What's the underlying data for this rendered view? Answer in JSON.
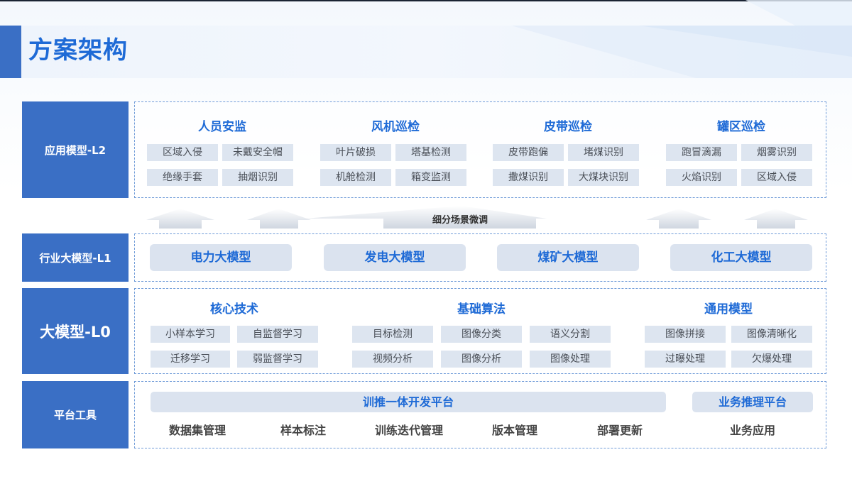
{
  "page": {
    "title": "方案架构"
  },
  "layers": {
    "l2": "应用模型-L2",
    "l1": "行业大模型-L1",
    "l0": "大模型-L0",
    "platform": "平台工具"
  },
  "l2": {
    "groups": [
      {
        "title": "人员安监",
        "items": [
          "区域入侵",
          "未戴安全帽",
          "绝缘手套",
          "抽烟识别"
        ]
      },
      {
        "title": "风机巡检",
        "items": [
          "叶片破损",
          "塔基检测",
          "机舱检测",
          "箱变监测"
        ]
      },
      {
        "title": "皮带巡检",
        "items": [
          "皮带跑偏",
          "堵煤识别",
          "撒煤识别",
          "大煤块识别"
        ]
      },
      {
        "title": "罐区巡检",
        "items": [
          "跑冒滴漏",
          "烟雾识别",
          "火焰识别",
          "区域入侵"
        ]
      }
    ]
  },
  "finetune": {
    "label": "细分场景微调"
  },
  "l1": {
    "models": [
      "电力大模型",
      "发电大模型",
      "煤矿大模型",
      "化工大模型"
    ]
  },
  "l0": {
    "core": {
      "title": "核心技术",
      "items": [
        "小样本学习",
        "自监督学习",
        "迁移学习",
        "弱监督学习"
      ]
    },
    "algo": {
      "title": "基础算法",
      "items": [
        "目标检测",
        "图像分类",
        "语义分割",
        "视频分析",
        "图像分析",
        "图像处理"
      ]
    },
    "general": {
      "title": "通用模型",
      "items": [
        "图像拼接",
        "图像清晰化",
        "过曝处理",
        "欠爆处理"
      ]
    }
  },
  "platform": {
    "train_platform": "训推一体开发平台",
    "infer_platform": "业务推理平台",
    "items": [
      "数据集管理",
      "样本标注",
      "训练迭代管理",
      "版本管理",
      "部署更新",
      "业务应用"
    ]
  },
  "colors": {
    "accent": "#3a6fc5",
    "title_blue": "#1e6ad6",
    "chip_bg": "#dde5f0"
  }
}
